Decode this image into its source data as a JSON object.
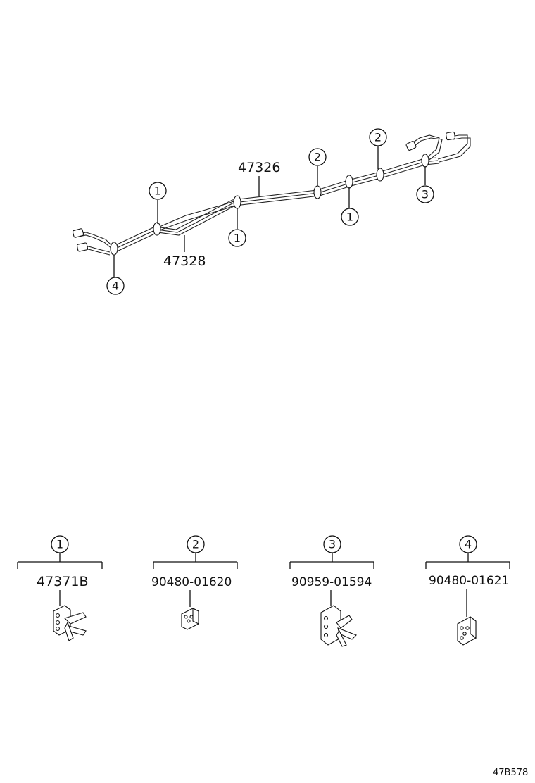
{
  "diagram": {
    "pipe_labels": {
      "upper": "47326",
      "lower": "47328"
    },
    "callouts": [
      "1",
      "1",
      "1",
      "2",
      "2",
      "3",
      "4"
    ],
    "legend": [
      {
        "num": "1",
        "part": "47371B"
      },
      {
        "num": "2",
        "part": "90480-01620"
      },
      {
        "num": "3",
        "part": "90959-01594"
      },
      {
        "num": "4",
        "part": "90480-01621"
      }
    ],
    "reference_code": "47B578"
  }
}
